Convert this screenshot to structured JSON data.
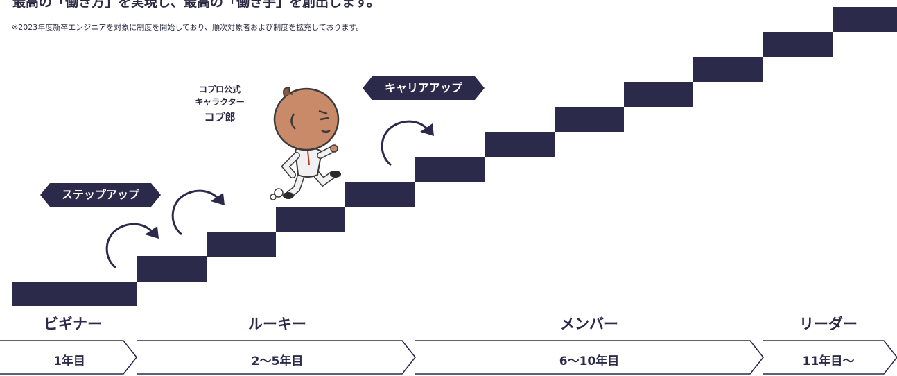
{
  "header": {
    "headline": "最高の「働き方」を実現し、最高の「働き手」を創出します。",
    "note": "※2023年度新卒エンジニアを対象に制度を開始しており、順次対象者および制度を拡充しております。"
  },
  "tags": {
    "step_up": "ステップアップ",
    "career_up": "キャリアアップ"
  },
  "character": {
    "caption_line1": "コプロ公式",
    "caption_line2": "キャラクター",
    "name": "コプ郎"
  },
  "stages": [
    {
      "name": "ビギナー",
      "years": "1年目"
    },
    {
      "name": "ルーキー",
      "years": "2〜5年目"
    },
    {
      "name": "メンバー",
      "years": "6〜10年目"
    },
    {
      "name": "リーダー",
      "years": "11年目〜"
    }
  ],
  "colors": {
    "navy": "#2c2a4b",
    "divider": "#b9b9c2",
    "mascot_skin": "#c98a6a"
  },
  "icons": [
    "curved-arrow-icon",
    "mascot-illustration"
  ]
}
